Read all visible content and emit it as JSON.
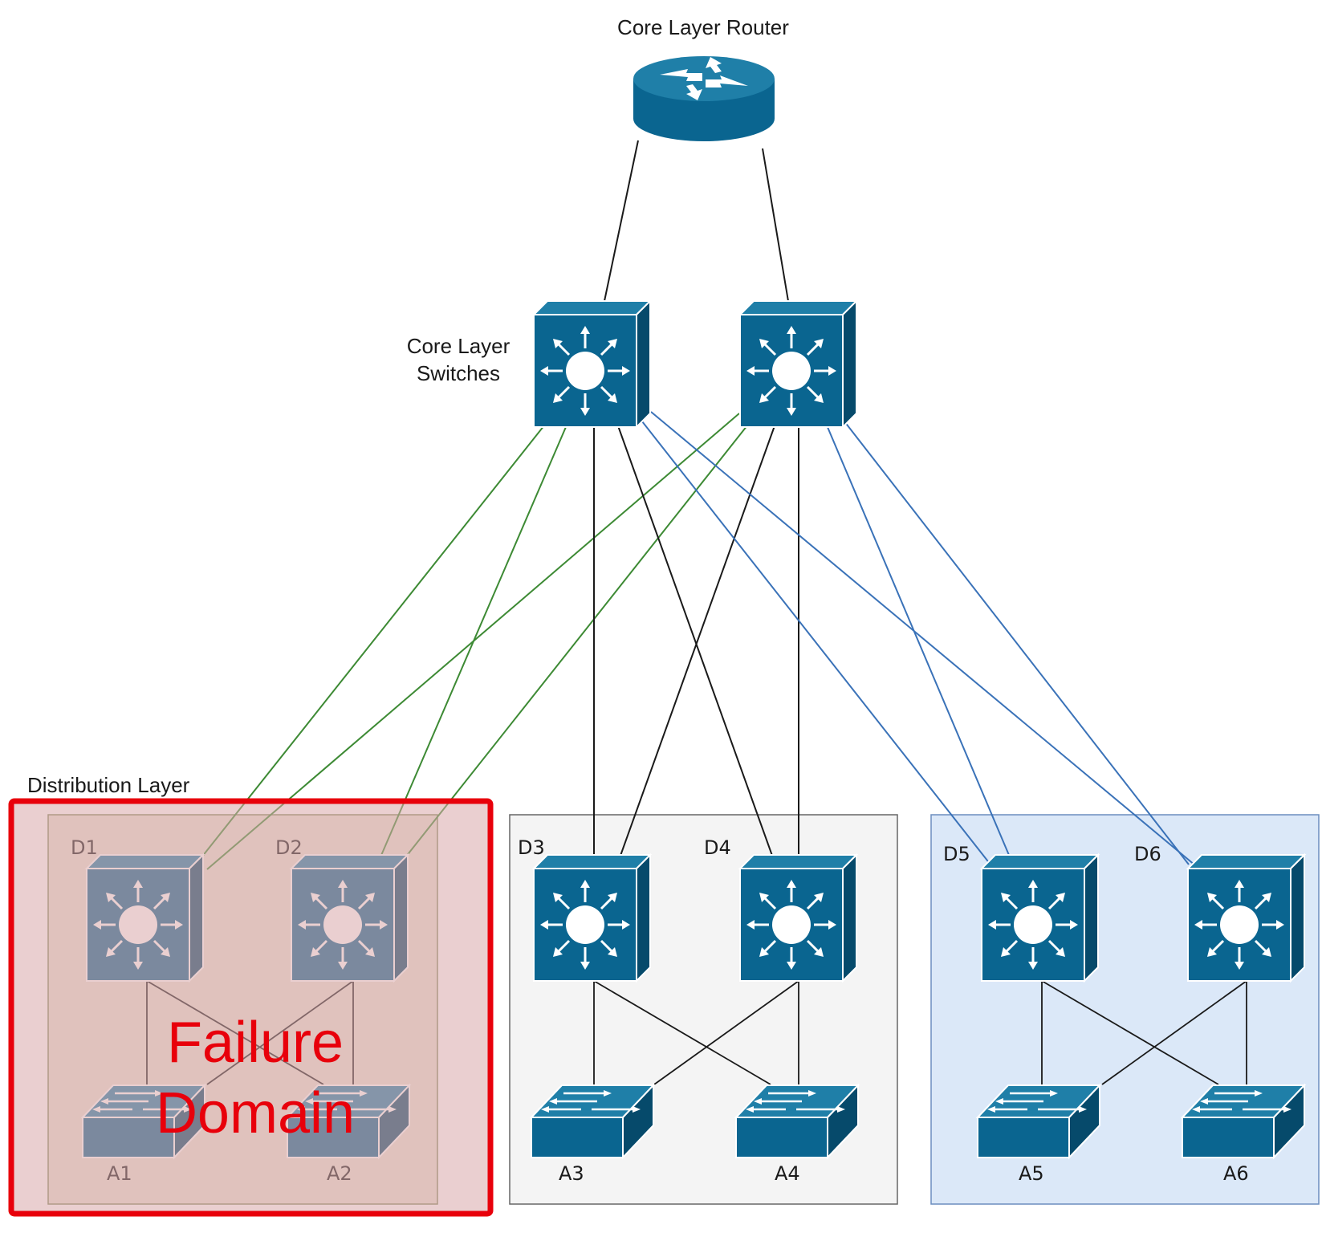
{
  "labels": {
    "core_router": "Core Layer Router",
    "core_switches_line1": "Core Layer",
    "core_switches_line2": "Switches",
    "distribution_layer": "Distribution Layer",
    "failure_line1": "Failure",
    "failure_line2": "Domain"
  },
  "nodes": {
    "d1": "D1",
    "d2": "D2",
    "d3": "D3",
    "d4": "D4",
    "d5": "D5",
    "d6": "D6",
    "a1": "A1",
    "a2": "A2",
    "a3": "A3",
    "a4": "A4",
    "a5": "A5",
    "a6": "A6"
  },
  "colors": {
    "device": "#0a6590",
    "device_dark": "#064a6b",
    "device_top": "#1f7fa8",
    "green_link": "#3d8a34",
    "blue_link": "#3a72b8",
    "black_link": "#1a1a1a",
    "failure_red": "#e8000b",
    "group_grey_fill": "#f4f4f4",
    "group_blue_fill": "#dbe8f8",
    "group_blue_stroke": "#6c8ebf"
  }
}
